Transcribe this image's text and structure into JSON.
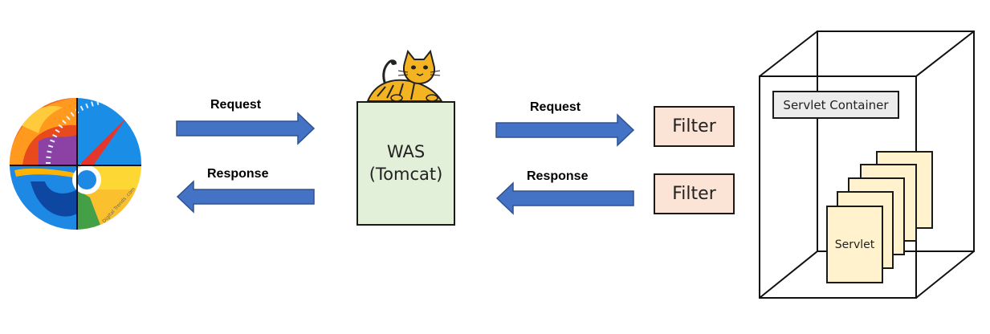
{
  "browser_logo": {
    "icon": "browser-logos-icon",
    "watermark": "Digital Trends .com"
  },
  "arrows": {
    "left_request": "Request",
    "left_response": "Response",
    "right_request": "Request",
    "right_response": "Response",
    "color": "#4472c4"
  },
  "was": {
    "line1": "WAS",
    "line2": "(Tomcat)",
    "mascot_icon": "tomcat-cat-icon",
    "fill": "#e2efd9"
  },
  "filters": [
    {
      "label": "Filter"
    },
    {
      "label": "Filter"
    }
  ],
  "filter_fill": "#fbe4d5",
  "container": {
    "label": "Servlet Container",
    "servlet_label": "Servlet",
    "servlet_fill": "#fff2cc"
  }
}
